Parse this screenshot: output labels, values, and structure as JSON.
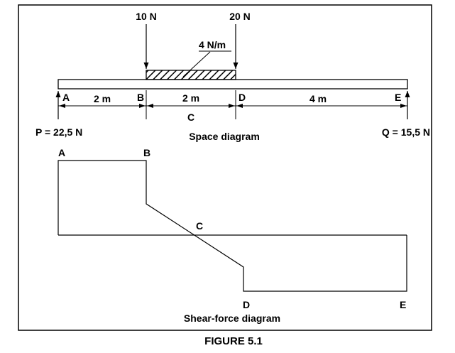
{
  "loads": {
    "point_b": "10 N",
    "point_d": "20 N",
    "udl": "4 N/m"
  },
  "points": {
    "a": "A",
    "b": "B",
    "c": "C",
    "d": "D",
    "e": "E"
  },
  "dimensions": {
    "ab": "2 m",
    "bd": "2 m",
    "de": "4 m"
  },
  "reactions": {
    "p": "P = 22,5 N",
    "q": "Q = 15,5 N"
  },
  "captions": {
    "space": "Space diagram",
    "shear": "Shear-force diagram",
    "figure": "FIGURE 5.1"
  },
  "colors": {
    "stroke": "#000000",
    "background": "#ffffff"
  }
}
